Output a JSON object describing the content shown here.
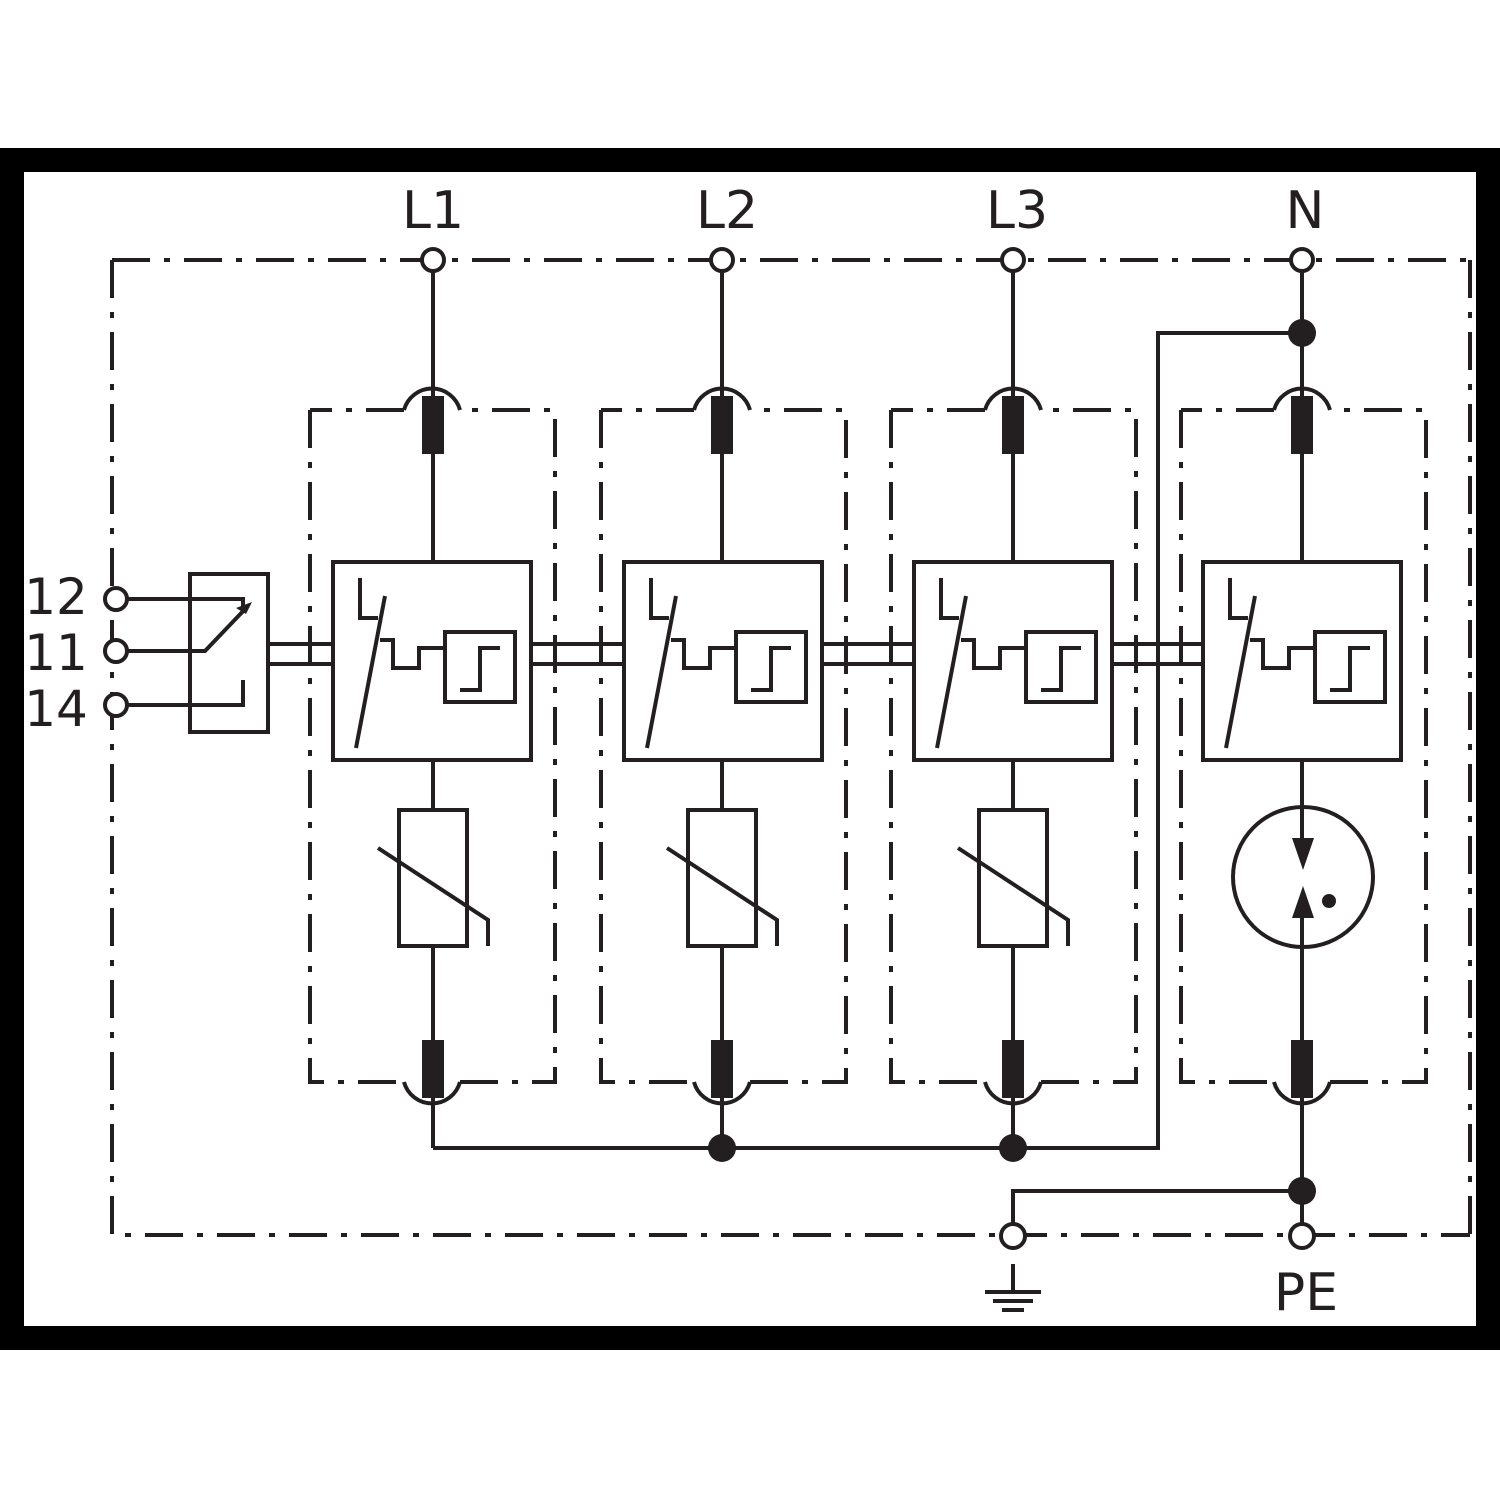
{
  "terminals": {
    "phase_1": "L1",
    "phase_2": "L2",
    "phase_3": "L3",
    "neutral": "N",
    "protective_earth": "PE",
    "contact_12": "12",
    "contact_11": "11",
    "contact_14": "14"
  },
  "colors": {
    "line": "#231f20",
    "frame": "#000000",
    "background": "#ffffff"
  },
  "icons": [
    "ground-icon",
    "varistor-icon",
    "spark-gap-icon",
    "thermal-disconnector-icon",
    "changeover-contact-icon"
  ]
}
